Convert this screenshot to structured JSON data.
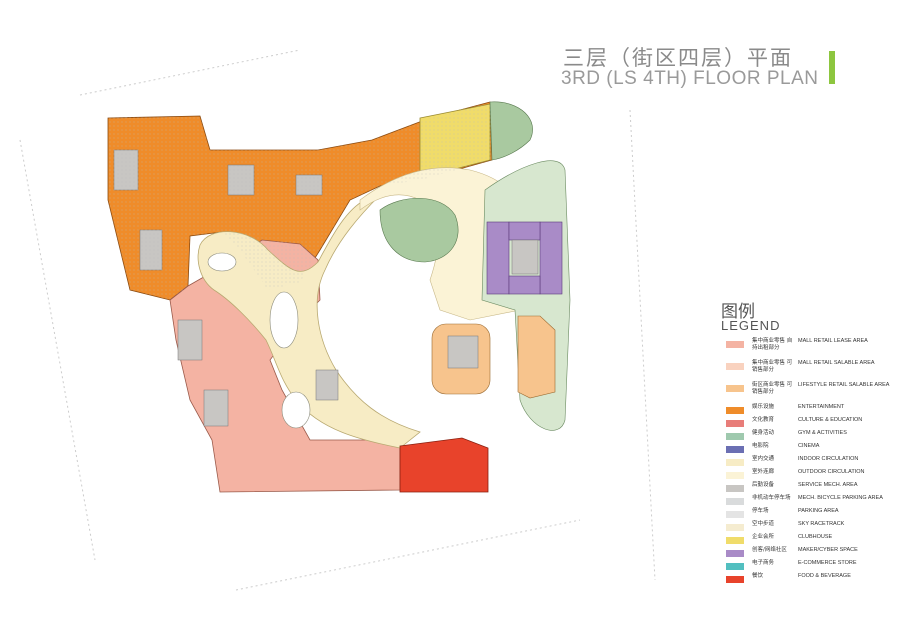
{
  "title": {
    "cn": "三层（街区四层）平面",
    "en": "3RD (LS 4TH) FLOOR PLAN"
  },
  "accent_color": "#8dc63f",
  "legend": {
    "heading_cn": "图例",
    "heading_en": "LEGEND",
    "items": [
      {
        "cn": "集中商业零售 自持出租部分",
        "en": "MALL RETAIL LEASE AREA",
        "color": "#f4b3a3"
      },
      {
        "cn": "集中商业零售 可销售部分",
        "en": "MALL RETAIL SALABLE AREA",
        "color": "#f9d2bf"
      },
      {
        "cn": "街区商业零售 可销售部分",
        "en": "LIFESTYLE RETAIL SALABLE AREA",
        "color": "#f7c48d"
      },
      {
        "cn": "娱乐设施",
        "en": "ENTERTAINMENT",
        "color": "#ef8c2a"
      },
      {
        "cn": "文化教育",
        "en": "CULTURE & EDUCATION",
        "color": "#e87d79"
      },
      {
        "cn": "健身活动",
        "en": "GYM & ACTIVITIES",
        "color": "#9fc9ae"
      },
      {
        "cn": "电影院",
        "en": "CINEMA",
        "color": "#6b6fb3"
      },
      {
        "cn": "室内交通",
        "en": "INDOOR CIRCULATION",
        "color": "#f7ecc5"
      },
      {
        "cn": "室外连廊",
        "en": "OUTDOOR CIRCULATION",
        "color": "#fbf3d6"
      },
      {
        "cn": "后勤设备",
        "en": "SERVICE MECH. AREA",
        "color": "#c8c6c3"
      },
      {
        "cn": "非机动车停车场",
        "en": "MECH. BICYCLE PARKING AREA",
        "color": "#d9dbdc"
      },
      {
        "cn": "停车场",
        "en": "PARKING AREA",
        "color": "#e4e4e4"
      },
      {
        "cn": "空中步道",
        "en": "SKY RACETRACK",
        "color": "#f5ecd0"
      },
      {
        "cn": "企业会所",
        "en": "CLUBHOUSE",
        "color": "#f0dc6a"
      },
      {
        "cn": "创客/网络社区",
        "en": "MAKER/CYBER SPACE",
        "color": "#a98bc7"
      },
      {
        "cn": "电子商务",
        "en": "E-COMMERCE STORE",
        "color": "#52bfc0"
      },
      {
        "cn": "餐饮",
        "en": "FOOD & BEVERAGE",
        "color": "#e8432b"
      }
    ]
  },
  "zone_colors": {
    "entertainment": "#ef8c2a",
    "lease": "#f4b3a3",
    "lifestyle": "#f7c48d",
    "food": "#e8432b",
    "maker": "#a98bc7",
    "clubhouse": "#f0dc6a",
    "circulation": "#f7ecc5",
    "green": "#a9c9a0",
    "service": "#c8c6c3"
  }
}
